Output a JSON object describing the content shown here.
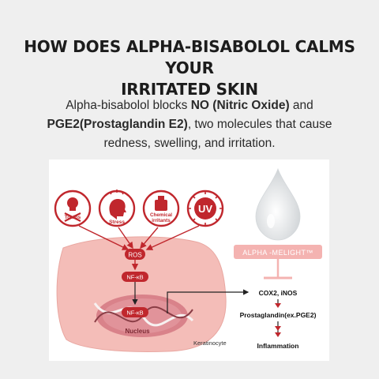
{
  "heading": {
    "line1": "HOW DOES ALPHA-BISABOLOL CALMS YOUR",
    "line2": "IRRITATED SKIN"
  },
  "intro": {
    "t1": "Alpha-bisabolol blocks ",
    "b1": "NO (Nitric Oxide)",
    "t2": " and",
    "b2": "PGE2(Prostaglandin E2)",
    "t3": ", two molecules that cause",
    "line3": "redness, swelling, and irritation."
  },
  "diagram": {
    "triggers": [
      "Toxins",
      "Stress",
      "Chemical",
      "irritants",
      "UV"
    ],
    "ros": "ROS",
    "nfkb": "NF-κB",
    "nfkb_nucleus": "NF-κB",
    "nucleus": "Nucleus",
    "cell": "Keratinocyte",
    "product": "ALPHA -MELIGHT™",
    "targets": "COX2, iNOS",
    "prostaglandin": "Prostaglandin(ex.PGE2)",
    "outcome": "Inflammation"
  },
  "colors": {
    "accent_red": "#c0272d",
    "skin_pink": "#f4bdb8",
    "nucleus": "#d9828a",
    "product_badge": "#f4b3b1"
  }
}
